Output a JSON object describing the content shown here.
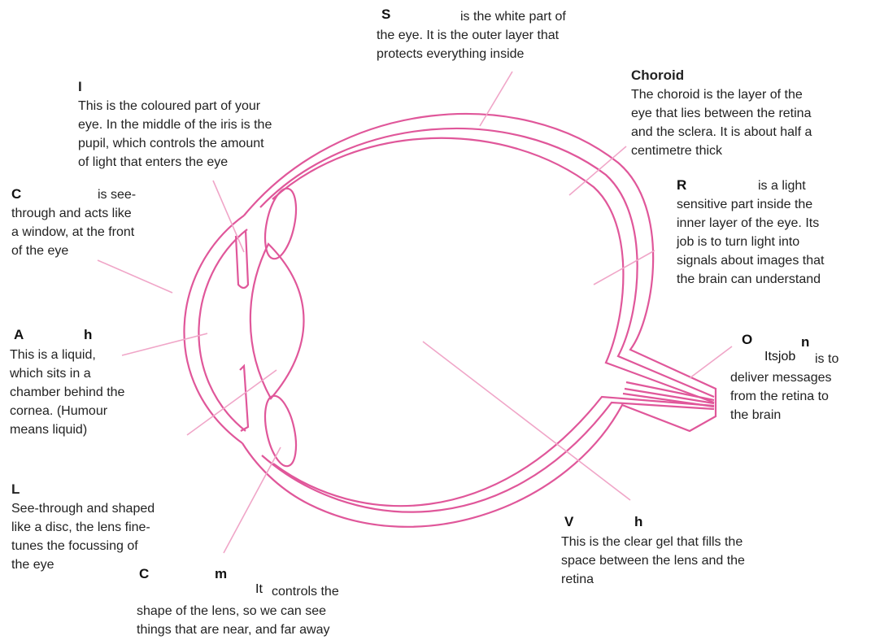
{
  "sclera": {
    "head": "S",
    "body": "is the white part of\nthe eye. It is the outer layer that\nprotects everything inside"
  },
  "choroid": {
    "head": "Choroid",
    "body": "The choroid is the layer of the\neye that lies between the retina\nand the sclera. It is about half a\ncentimetre thick"
  },
  "iris": {
    "head": "I",
    "body": "This is the coloured part of your\neye. In the middle of the iris is the\npupil, which controls the amount\nof light that enters the eye"
  },
  "cornea": {
    "head": "C",
    "body": "is see-\nthrough and acts like\na window, at the front\nof the eye"
  },
  "retina": {
    "head": "R",
    "body": "is a light\nsensitive part inside the\ninner layer of the eye. Its\njob is to turn light into\nsignals about images that\nthe brain can understand"
  },
  "aqueous": {
    "head_a": "A",
    "head_b": "h",
    "body": "This is a liquid,\nwhich sits in a\nchamber behind the\ncornea. (Humour\nmeans liquid)"
  },
  "optic": {
    "head_a": "O",
    "head_b": "n",
    "its_job": "Itsjob",
    "body": "is to\ndeliver messages\nfrom the retina to\nthe brain"
  },
  "lens": {
    "head": "L",
    "body": "See-through and shaped\nlike a disc, the lens fine-\ntunes the focussing of\nthe eye"
  },
  "vitreous": {
    "head_a": "V",
    "head_b": "h",
    "body": "This is the clear gel that fills the\nspace between the lens and the\nretina"
  },
  "ciliary": {
    "head_a": "C",
    "head_b": "m",
    "it": "It",
    "line1": "controls the",
    "body": "shape of the lens, so we can see\nthings that are near, and far away"
  },
  "colors": {
    "eye_stroke": "#e0579a",
    "pointer": "#f0a6c8"
  }
}
